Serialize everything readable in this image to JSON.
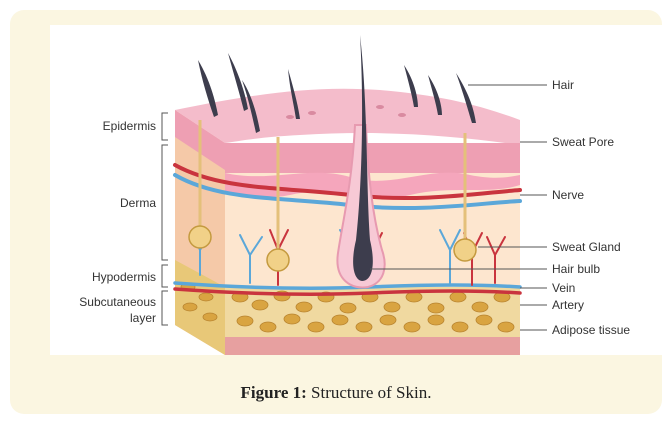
{
  "caption": {
    "label": "Figure 1:",
    "text": "Structure of Skin."
  },
  "labels_left": {
    "epidermis": "Epidermis",
    "derma": "Derma",
    "hypodermis": "Hypodermis",
    "subcutaneous_line1": "Subcutaneous",
    "subcutaneous_line2": "layer"
  },
  "labels_right": {
    "hair": "Hair",
    "sweat_pore": "Sweat Pore",
    "nerve": "Nerve",
    "sweat_gland": "Sweat Gland",
    "hair_bulb": "Hair bulb",
    "vein": "Vein",
    "artery": "Artery",
    "adipose_tissue": "Adipose tissue"
  },
  "colors": {
    "card_background": "#fbf6e1",
    "epidermis": "#f2b8c6",
    "derma": "#fde6cf",
    "vein": "#5ba7d9",
    "artery": "#c9343e",
    "adipose": "#d9b25a",
    "hair": "#3d3d4d"
  }
}
